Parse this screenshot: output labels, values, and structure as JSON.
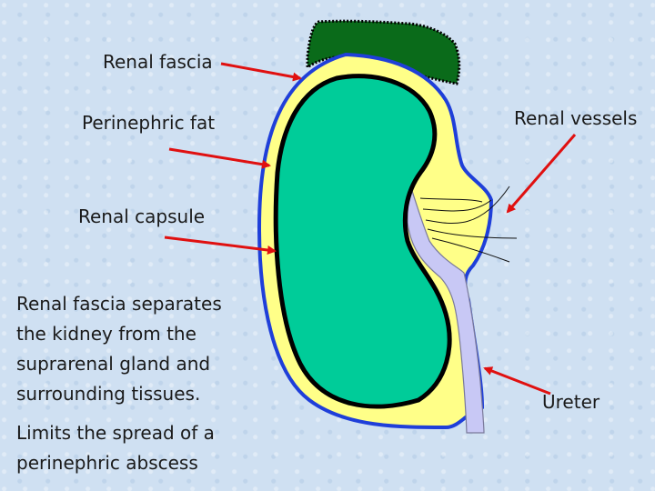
{
  "labels": {
    "renal_fascia": "Renal fascia",
    "perinephric_fat": "Perinephric fat",
    "renal_capsule": "Renal capsule",
    "renal_vessels": "Renal vessels",
    "ureter": "Ureter"
  },
  "notes": [
    "Renal fascia separates the kidney from the suprarenal gland and surrounding tissues.",
    "Limits the spread of a perinephric abscess"
  ],
  "colors": {
    "background": "#cfe0f2",
    "suprarenal_gland": "#0a6b1a",
    "renal_fascia": "#1f3fd9",
    "perinephric_fat": "#ffff88",
    "kidney": "#00cc99",
    "capsule": "#000000",
    "ureter": "#c8c8f5",
    "arrow": "#e01010"
  }
}
